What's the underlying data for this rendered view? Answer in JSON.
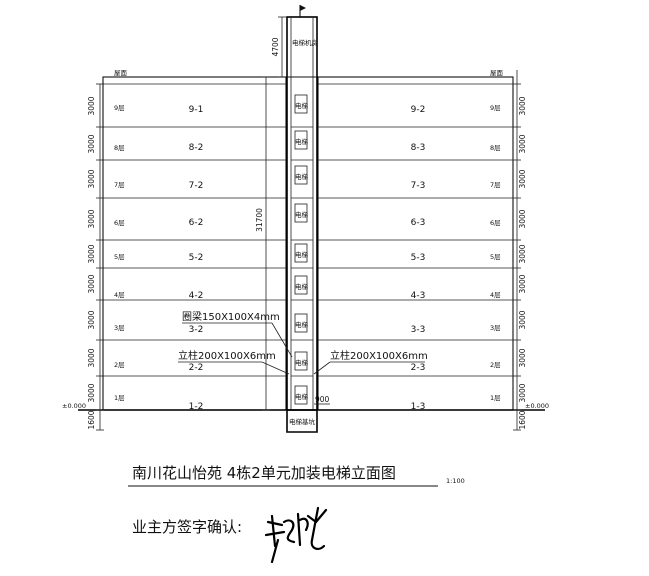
{
  "drawing": {
    "title": "南川花山怡苑 4栋2单元加装电梯立面图",
    "scale": "1:100",
    "owner_signature_label": "业主方签字确认:",
    "roof_label": "屋面",
    "machine_room_label": "电梯机房",
    "elevator_label": "电梯",
    "pit_label": "电梯基坑",
    "ground_level_left": "±0.000",
    "ground_level_right": "±0.000",
    "floor_labels": [
      "9层",
      "8层",
      "7层",
      "6层",
      "5层",
      "4层",
      "3层",
      "2层",
      "1层"
    ],
    "left_units": [
      "9-1",
      "8-2",
      "7-2",
      "6-2",
      "5-2",
      "4-2",
      "3-2",
      "2-2",
      "1-2"
    ],
    "right_units": [
      "9-2",
      "8-3",
      "7-3",
      "6-3",
      "5-3",
      "4-3",
      "3-3",
      "2-3",
      "1-3"
    ],
    "floor_heights": [
      "3000",
      "3000",
      "3000",
      "3000",
      "3000",
      "3000",
      "3000",
      "3000",
      "3000"
    ],
    "base_height": "1600",
    "machine_room_height": "4700",
    "total_height": "31700",
    "pit_width": "900",
    "annotations": {
      "ring_beam": "圈梁150X100X4mm",
      "column_left": "立柱200X100X6mm",
      "column_right": "立柱200X100X6mm"
    }
  }
}
